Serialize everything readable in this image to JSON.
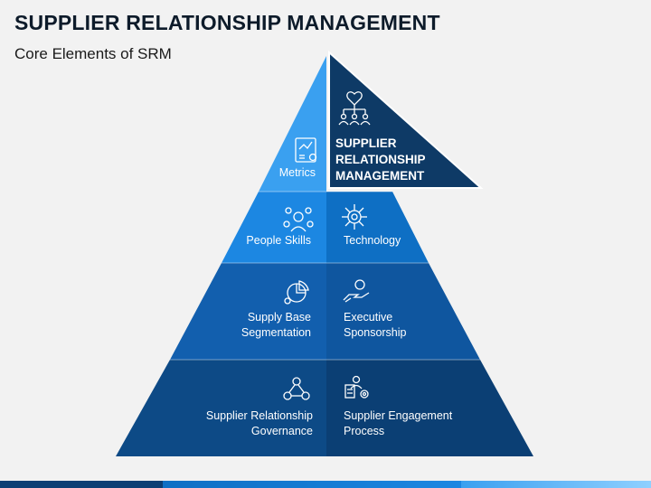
{
  "header": {
    "title": "SUPPLIER RELATIONSHIP MANAGEMENT",
    "subtitle": "Core Elements of SRM"
  },
  "apex": {
    "label_lines": [
      "SUPPLIER",
      "RELATIONSHIP",
      "MANAGEMENT"
    ],
    "icon": "people-network-heart-icon",
    "color": "#0e3a66"
  },
  "tiers": [
    {
      "left": "Metrics",
      "right": null,
      "left_icon": "report-chart-icon",
      "right_icon": null,
      "color_left": "#3aa0f0"
    },
    {
      "left": "People Skills",
      "right": "Technology",
      "left_icon": "people-skills-icon",
      "right_icon": "circuit-chip-icon",
      "color_left": "#1c87e2",
      "color_right": "#0e6fc4"
    },
    {
      "left_lines": [
        "Supply Base",
        "Segmentation"
      ],
      "right_lines": [
        "Executive",
        "Sponsorship"
      ],
      "left_icon": "pie-chart-gear-icon",
      "right_icon": "hand-coin-icon",
      "color_left": "#125fae",
      "color_right": "#0f569f"
    },
    {
      "left_lines": [
        "Supplier Relationship",
        "Governance"
      ],
      "right_lines": [
        "Supplier Engagement",
        "Process"
      ],
      "left_icon": "network-people-icon",
      "right_icon": "person-report-gear-icon",
      "color_left": "#0d4a86",
      "color_right": "#0b3f74"
    }
  ],
  "footer_colors": [
    "#0b3f74",
    "#1c87e2",
    "#5ab4f5"
  ]
}
